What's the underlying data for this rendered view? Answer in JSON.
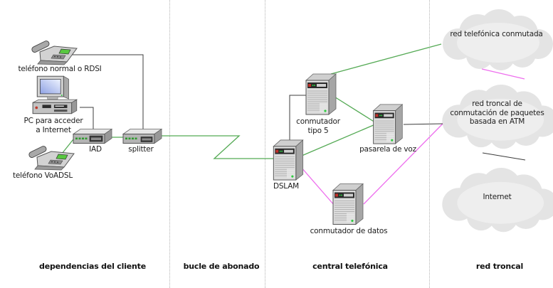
{
  "colors": {
    "voice_link": "#55aa55",
    "data_link": "#ee6eee",
    "plain_link": "#3c3c3c",
    "divider": "#b3b3b3",
    "text": "#1c1c1c",
    "led_green": "#2ecc40",
    "led_red": "#c03028",
    "phone_screen_green": "#58c840"
  },
  "sections": [
    {
      "label": "dependencias del cliente"
    },
    {
      "label": "bucle de abonado"
    },
    {
      "label": "central telefónica"
    },
    {
      "label": "red troncal"
    }
  ],
  "devices": {
    "phone_rdsi": {
      "label": "teléfono normal o RDSI"
    },
    "pc": {
      "label": "PC para acceder\na Internet"
    },
    "phone_voadsl": {
      "label": "teléfono VoADSL"
    },
    "iad": {
      "label": "IAD"
    },
    "splitter": {
      "label": "splitter"
    },
    "dslam": {
      "label": "DSLAM"
    },
    "switch5": {
      "label": "conmutador\ntipo 5"
    },
    "voice_gateway": {
      "label": "pasarela de voz"
    },
    "data_switch": {
      "label": "conmutador de datos"
    }
  },
  "clouds": {
    "pstn": {
      "label": "red telefónica conmutada"
    },
    "atm": {
      "label": "red troncal de\nconmutación de paquetes\nbasada en ATM"
    },
    "internet": {
      "label": "Internet"
    }
  }
}
